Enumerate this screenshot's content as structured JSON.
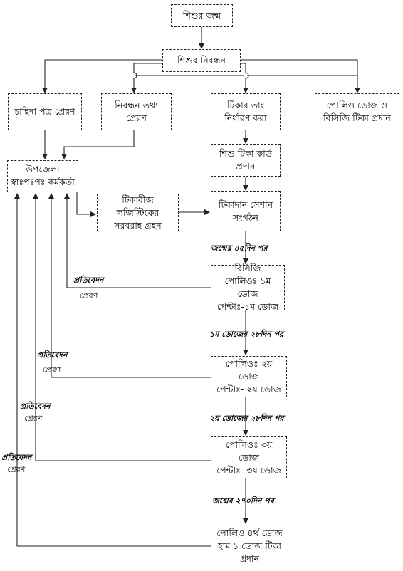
{
  "boxes": {
    "birth": "শিশুর জন্ম",
    "registration": "শিশুর নিবন্ধন",
    "demand": "চাহিদা পত্র প্রেরণ",
    "reg_info": "নিবন্ধন তথ্য\nপ্রেরণ",
    "vacc_date": "টিকার তাং\nনির্ধারণ করা",
    "polio_bcg": "পোলিও  ডোজ ও\nবিসিজি টিকা প্রদান",
    "upazila": "উপজেলা\nস্বাঃপঃপঃ কর্মকর্তা",
    "card": "শিশু টিকা কার্ড\nপ্রদান",
    "logistics": "টিকাবীজ লজিস্টিকের\nসরবরাহ গ্রহন",
    "session": "টিকাদান সেশান\nসংগঠন",
    "dose1": "বিসিজি\nপোলিওঃ ১ম ডোজ\nপেন্টাঃ-১ম ডোজ",
    "dose2": "পোলিওঃ ২য় ডোজ\nপেন্টাঃ- ২য় ডোজ",
    "dose3": "পোলিওঃ ৩য় ডোজ\nপেন্টাঃ- ৩য় ডোজ",
    "dose4": "পোলিও ৪র্থ ডোজ\nহাম ১ ডোজ টিকা\nপ্রদান"
  },
  "intervals": {
    "after_birth_45": "জন্মের ৪৫দিন পর",
    "after_dose1_28": "১ম ডোজের ২৮দিন পর",
    "after_dose2_28": "২য় ডোজের ২৮দিন পর",
    "after_birth_270": "জন্মের ২৭০দিন পর"
  },
  "reports": [
    {
      "title": "প্রতিবেদন",
      "sub": "প্রেরণ"
    },
    {
      "title": "প্রতিবেদন",
      "sub": "প্রেরণ"
    },
    {
      "title": "প্রতিবেদন",
      "sub": "প্রেরণ"
    },
    {
      "title": "প্রতিবেদন",
      "sub": "প্রেরণ"
    }
  ]
}
